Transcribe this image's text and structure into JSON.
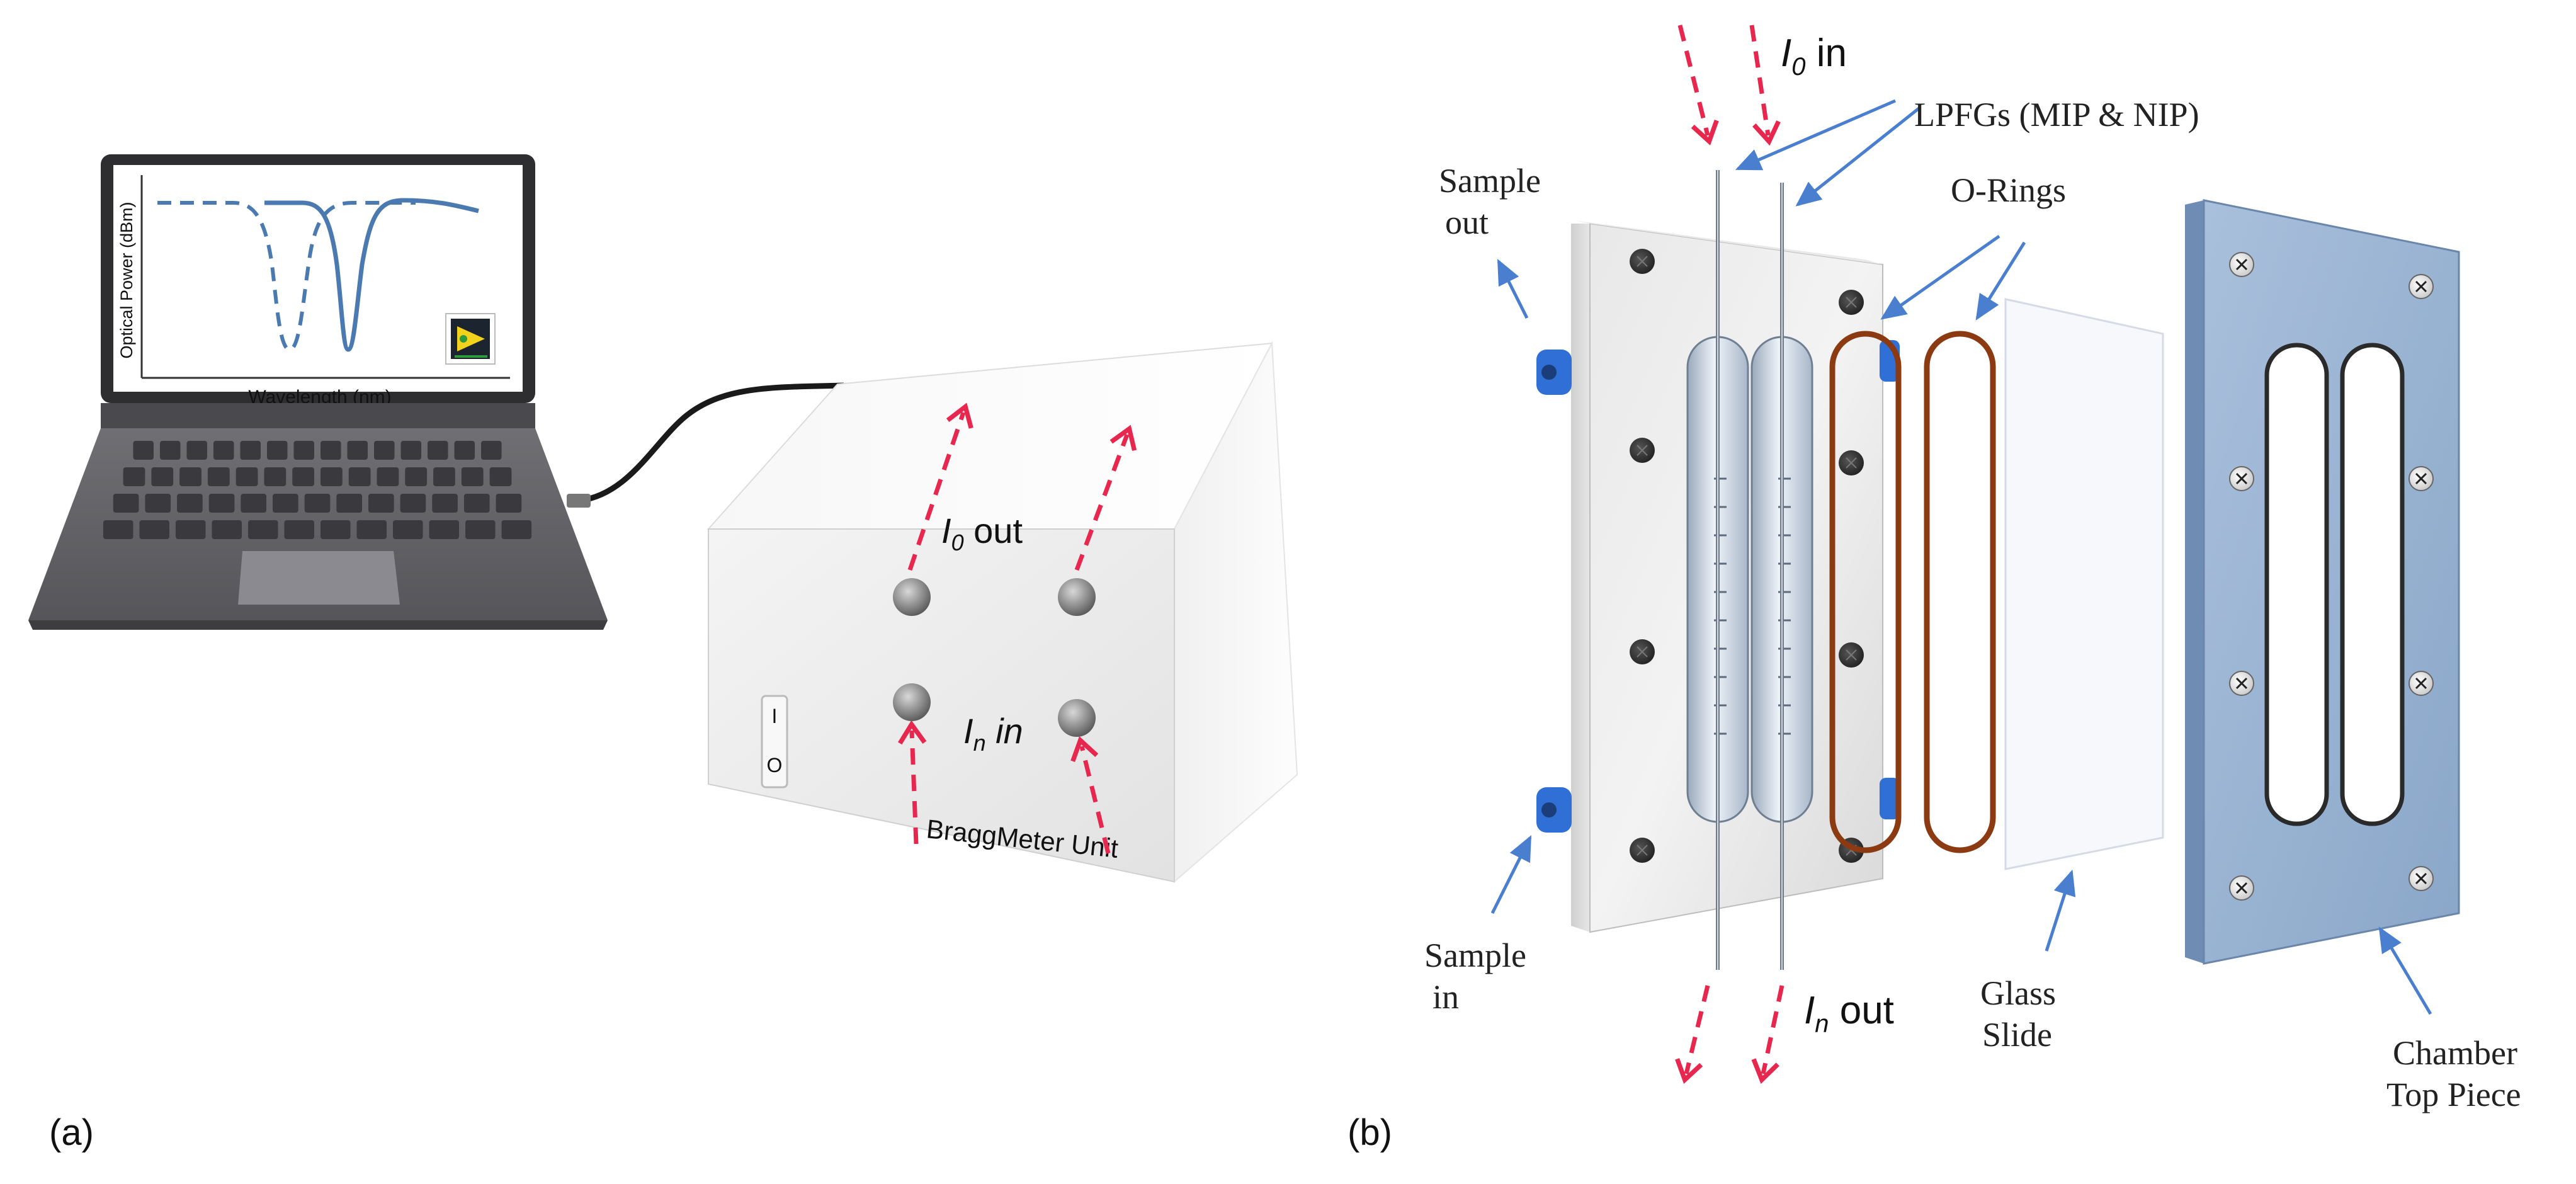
{
  "panel_a": {
    "label": "(a)",
    "screen": {
      "y_axis_label": "Optical Power (dBm)",
      "x_axis_label": "Wavelength (nm)",
      "software_icon": "labview-icon"
    },
    "unit": {
      "port_out_label_base": "I",
      "port_out_label_sub": "0",
      "port_out_label_tail": " out",
      "port_in_label_base": "I",
      "port_in_label_sub": "n",
      "port_in_label_tail": " in",
      "name": "BraggMeter Unit",
      "switch_on": "I",
      "switch_off": "O"
    }
  },
  "panel_b": {
    "label": "(b)",
    "light_in_base": "I",
    "light_in_sub": "0",
    "light_in_tail": " in",
    "light_out_base": "I",
    "light_out_sub": "n",
    "light_out_tail": " out",
    "lpfgs": "LPFGs (MIP & NIP)",
    "orings": "O-Rings",
    "sample_out_line1": "Sample",
    "sample_out_line2": "out",
    "sample_in_line1": "Sample",
    "sample_in_line2": "in",
    "glass_line1": "Glass",
    "glass_line2": "Slide",
    "chamber_line1": "Chamber",
    "chamber_line2": "Top Piece"
  },
  "colors": {
    "arrow_red": "#e8274f",
    "pointer_blue": "#4a7fd0",
    "oring_brown": "#8b3a12",
    "chamber_blue": "#9fb8d6",
    "connector_blue": "#2f6fd6",
    "curve_blue": "#4a7ab0"
  }
}
